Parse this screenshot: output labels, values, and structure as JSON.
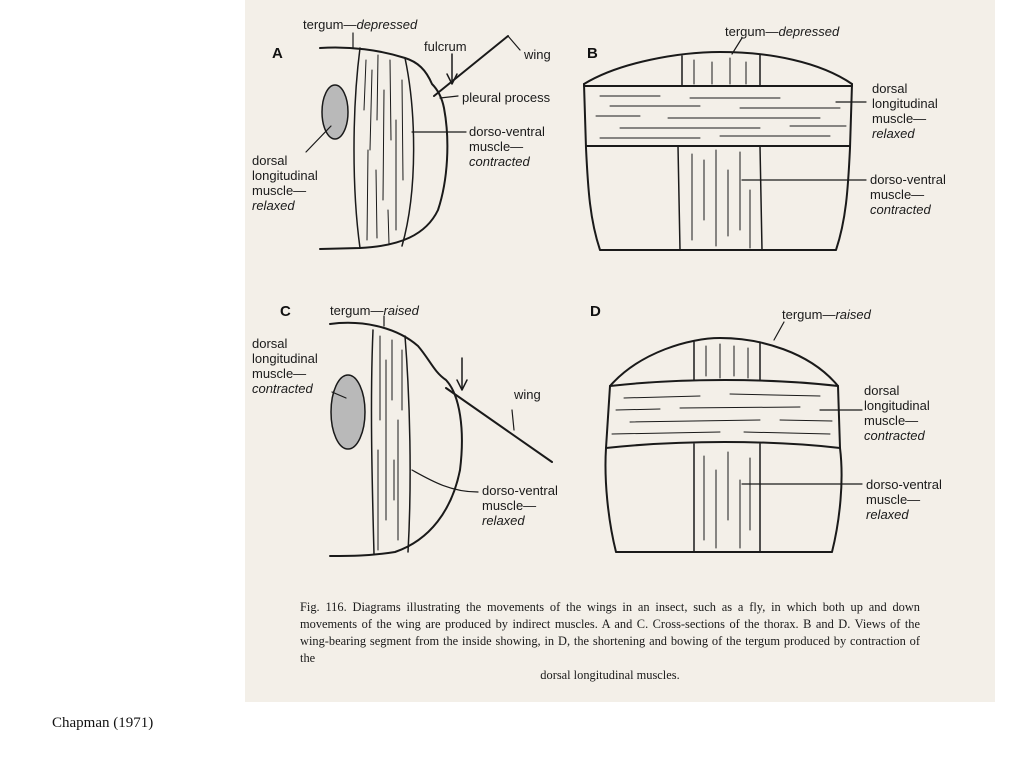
{
  "figure": {
    "panel_a": {
      "letter": "A",
      "tergum": "tergum—",
      "tergum_state": "depressed",
      "fulcrum": "fulcrum",
      "wing": "wing",
      "pleural_process": "pleural process",
      "dv_line1": "dorso-ventral",
      "dv_line2": "muscle—",
      "dv_state": "contracted",
      "dl_line1": "dorsal",
      "dl_line2": "longitudinal",
      "dl_line3": "muscle—",
      "dl_state": "relaxed"
    },
    "panel_b": {
      "letter": "B",
      "tergum": "tergum—",
      "tergum_state": "depressed",
      "dl_line1": "dorsal",
      "dl_line2": "longitudinal",
      "dl_line3": "muscle—",
      "dl_state": "relaxed",
      "dv_line1": "dorso-ventral",
      "dv_line2": "muscle—",
      "dv_state": "contracted"
    },
    "panel_c": {
      "letter": "C",
      "tergum": "tergum—",
      "tergum_state": "raised",
      "dl_line1": "dorsal",
      "dl_line2": "longitudinal",
      "dl_line3": "muscle—",
      "dl_state": "contracted",
      "wing": "wing",
      "dv_line1": "dorso-ventral",
      "dv_line2": "muscle—",
      "dv_state": "relaxed"
    },
    "panel_d": {
      "letter": "D",
      "tergum": "tergum—",
      "tergum_state": "raised",
      "dl_line1": "dorsal",
      "dl_line2": "longitudinal",
      "dl_line3": "muscle—",
      "dl_state": "contracted",
      "dv_line1": "dorso-ventral",
      "dv_line2": "muscle—",
      "dv_state": "relaxed"
    },
    "caption": {
      "line1": "Fig. 116. Diagrams illustrating the movements of the wings in an insect, such as a fly, in",
      "line2": "which both up and down movements of the wing are produced by indirect muscles. A and C.",
      "line3": "Cross-sections of the thorax. B and D. Views of the wing-bearing segment from the inside",
      "line4": "showing, in D, the shortening and bowing of the tergum produced by contraction of the",
      "line5": "dorsal longitudinal muscles."
    }
  },
  "credit": "Chapman (1971)",
  "colors": {
    "ink": "#1a1a1a",
    "paper": "#f3efe8",
    "muscle_fill": "#b9b9b9"
  }
}
